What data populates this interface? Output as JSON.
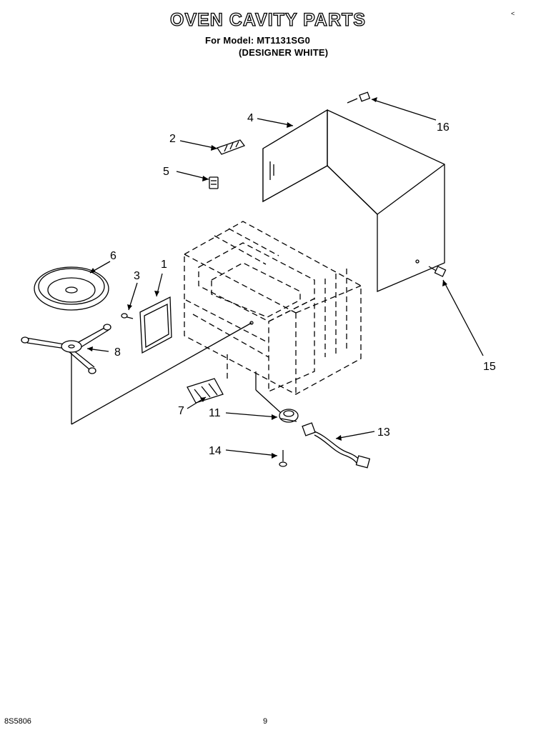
{
  "header": {
    "title": "OVEN CAVITY PARTS",
    "model_line": "For Model: MT1131SG0",
    "variant_line": "(DESIGNER WHITE)"
  },
  "footer": {
    "left_code": "8S5806",
    "page_number": "9",
    "corner_mark": "<"
  },
  "callouts": [
    {
      "id": "callout-1",
      "label": "1"
    },
    {
      "id": "callout-2",
      "label": "2"
    },
    {
      "id": "callout-3",
      "label": "3"
    },
    {
      "id": "callout-4",
      "label": "4"
    },
    {
      "id": "callout-5",
      "label": "5"
    },
    {
      "id": "callout-6",
      "label": "6"
    },
    {
      "id": "callout-7",
      "label": "7"
    },
    {
      "id": "callout-8",
      "label": "8"
    },
    {
      "id": "callout-11",
      "label": "11"
    },
    {
      "id": "callout-13",
      "label": "13"
    },
    {
      "id": "callout-14",
      "label": "14"
    },
    {
      "id": "callout-15",
      "label": "15"
    },
    {
      "id": "callout-16",
      "label": "16"
    }
  ]
}
